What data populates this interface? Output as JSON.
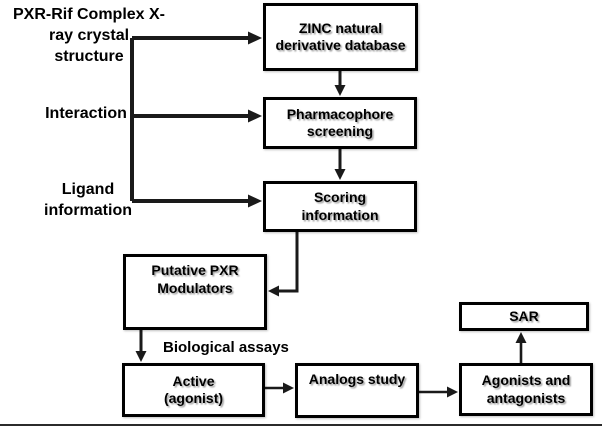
{
  "figure": {
    "type": "flowchart",
    "inputs": {
      "xray": "PXR-Rif Complex X-\nray crystal\nstructure",
      "interaction": "Interaction",
      "ligand": "Ligand\ninformation"
    },
    "boxes": {
      "zinc": "ZINC natural\nderivative database",
      "pharmacophore": "Pharmacophore\nscreening",
      "scoring": "Scoring\ninformation",
      "putative": "Putative PXR\nModulators",
      "active": "Active\n(agonist)",
      "analogs": "Analogs study",
      "agonists": "Agonists and\nantagonists",
      "sar": "SAR"
    },
    "flow_labels": {
      "biological_assays": "Biological assays"
    },
    "colors": {
      "line": "#1a1a1a",
      "box_border": "#000000",
      "box_fill": "#ffffff",
      "background": "#ffffff"
    }
  }
}
